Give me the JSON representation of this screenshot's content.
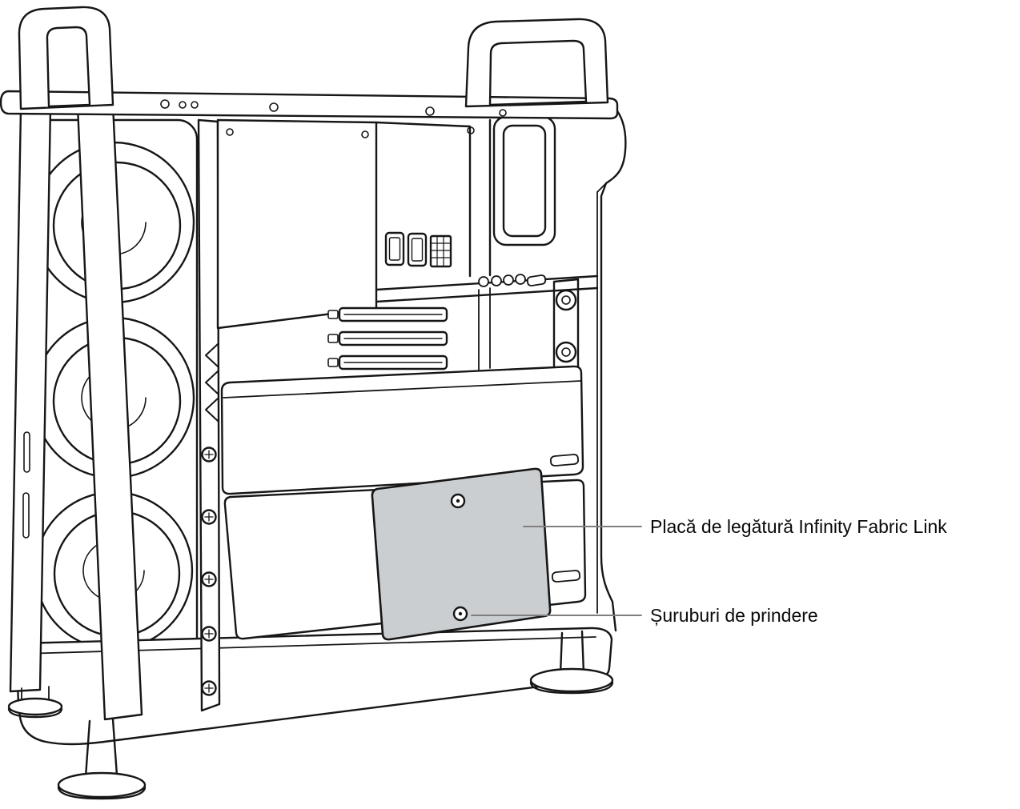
{
  "figure": {
    "type": "technical-illustration",
    "subject": "mac-pro-side-open",
    "callouts": [
      {
        "id": "board",
        "label": "Placă de legătură Infinity Fabric Link"
      },
      {
        "id": "screws",
        "label": "Șuruburi de prindere"
      }
    ]
  },
  "colors": {
    "line": "#161616",
    "board_fill": "#cbced0",
    "callout_line": "#7f7f7f",
    "label_text": "#0a0a0a",
    "background": "#ffffff"
  }
}
